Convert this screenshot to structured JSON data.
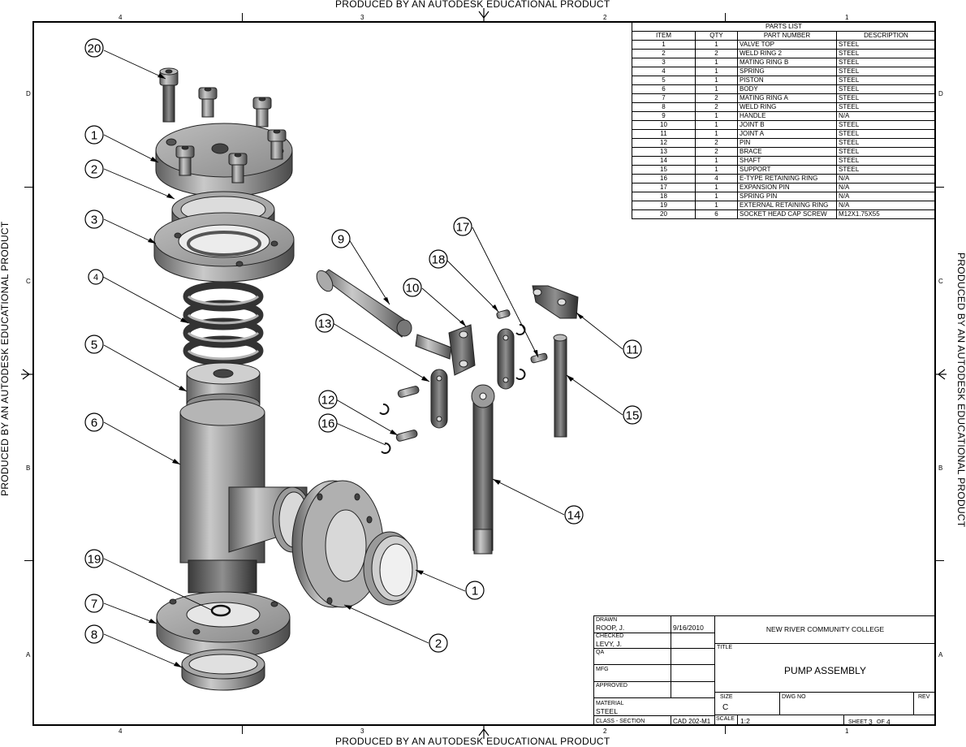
{
  "banners": {
    "top": "PRODUCED BY AN AUTODESK EDUCATIONAL PRODUCT",
    "bottom": "PRODUCED BY AN AUTODESK EDUCATIONAL PRODUCT",
    "left": "PRODUCED BY AN AUTODESK EDUCATIONAL PRODUCT",
    "right": "PRODUCED BY AN AUTODESK EDUCATIONAL PRODUCT"
  },
  "zones": {
    "columns": [
      "4",
      "3",
      "2",
      "1"
    ],
    "rows": [
      "D",
      "C",
      "B",
      "A"
    ]
  },
  "parts_list": {
    "title": "PARTS LIST",
    "headers": [
      "ITEM",
      "QTY",
      "PART NUMBER",
      "DESCRIPTION"
    ],
    "rows": [
      [
        "1",
        "1",
        "VALVE TOP",
        "STEEL"
      ],
      [
        "2",
        "2",
        "WELD RING 2",
        "STEEL"
      ],
      [
        "3",
        "1",
        "MATING RING B",
        "STEEL"
      ],
      [
        "4",
        "1",
        "SPRING",
        "STEEL"
      ],
      [
        "5",
        "1",
        "PISTON",
        "STEEL"
      ],
      [
        "6",
        "1",
        "BODY",
        "STEEL"
      ],
      [
        "7",
        "2",
        "MATING RING A",
        "STEEL"
      ],
      [
        "8",
        "2",
        "WELD RING",
        "STEEL"
      ],
      [
        "9",
        "1",
        "HANDLE",
        "N/A"
      ],
      [
        "10",
        "1",
        "JOINT B",
        "STEEL"
      ],
      [
        "11",
        "1",
        "JOINT A",
        "STEEL"
      ],
      [
        "12",
        "2",
        "PIN",
        "STEEL"
      ],
      [
        "13",
        "2",
        "BRACE",
        "STEEL"
      ],
      [
        "14",
        "1",
        "SHAFT",
        "STEEL"
      ],
      [
        "15",
        "1",
        "SUPPORT",
        "STEEL"
      ],
      [
        "16",
        "4",
        "E-TYPE RETAINING RING",
        "N/A"
      ],
      [
        "17",
        "1",
        "EXPANSION PIN",
        "N/A"
      ],
      [
        "18",
        "1",
        "SPRING PIN",
        "N/A"
      ],
      [
        "19",
        "1",
        "EXTERNAL RETAINING RING",
        "N/A"
      ],
      [
        "20",
        "6",
        "SOCKET HEAD CAP SCREW",
        "M12X1.75X55"
      ]
    ]
  },
  "title_block": {
    "drawn_label": "DRAWN",
    "drawn_by": "ROOP, J.",
    "drawn_date": "9/16/2010",
    "checked_label": "CHECKED",
    "checked_by": "LEVY, J.",
    "qa_label": "QA",
    "mfg_label": "MFG",
    "approved_label": "APPROVED",
    "material_label": "MATERIAL",
    "material": "STEEL",
    "class": "CLASS - SECTION",
    "dwg_ref": "CAD 202-M1",
    "company": "NEW RIVER COMMUNITY COLLEGE",
    "title_label": "TITLE",
    "title": "PUMP ASSEMBLY",
    "size_label": "SIZE",
    "size": "C",
    "dwg_no_label": "DWG NO",
    "rev_label": "REV",
    "scale_label": "SCALE",
    "scale": "1:2",
    "sheet_label": "SHEET",
    "sheet": "3",
    "of_label": "OF",
    "sheets_total": "4"
  },
  "balloons": [
    "20",
    "1",
    "2",
    "3",
    "4",
    "5",
    "6",
    "19",
    "7",
    "8",
    "9",
    "10",
    "13",
    "12",
    "16",
    "18",
    "17",
    "11",
    "15",
    "14",
    "1",
    "2"
  ]
}
